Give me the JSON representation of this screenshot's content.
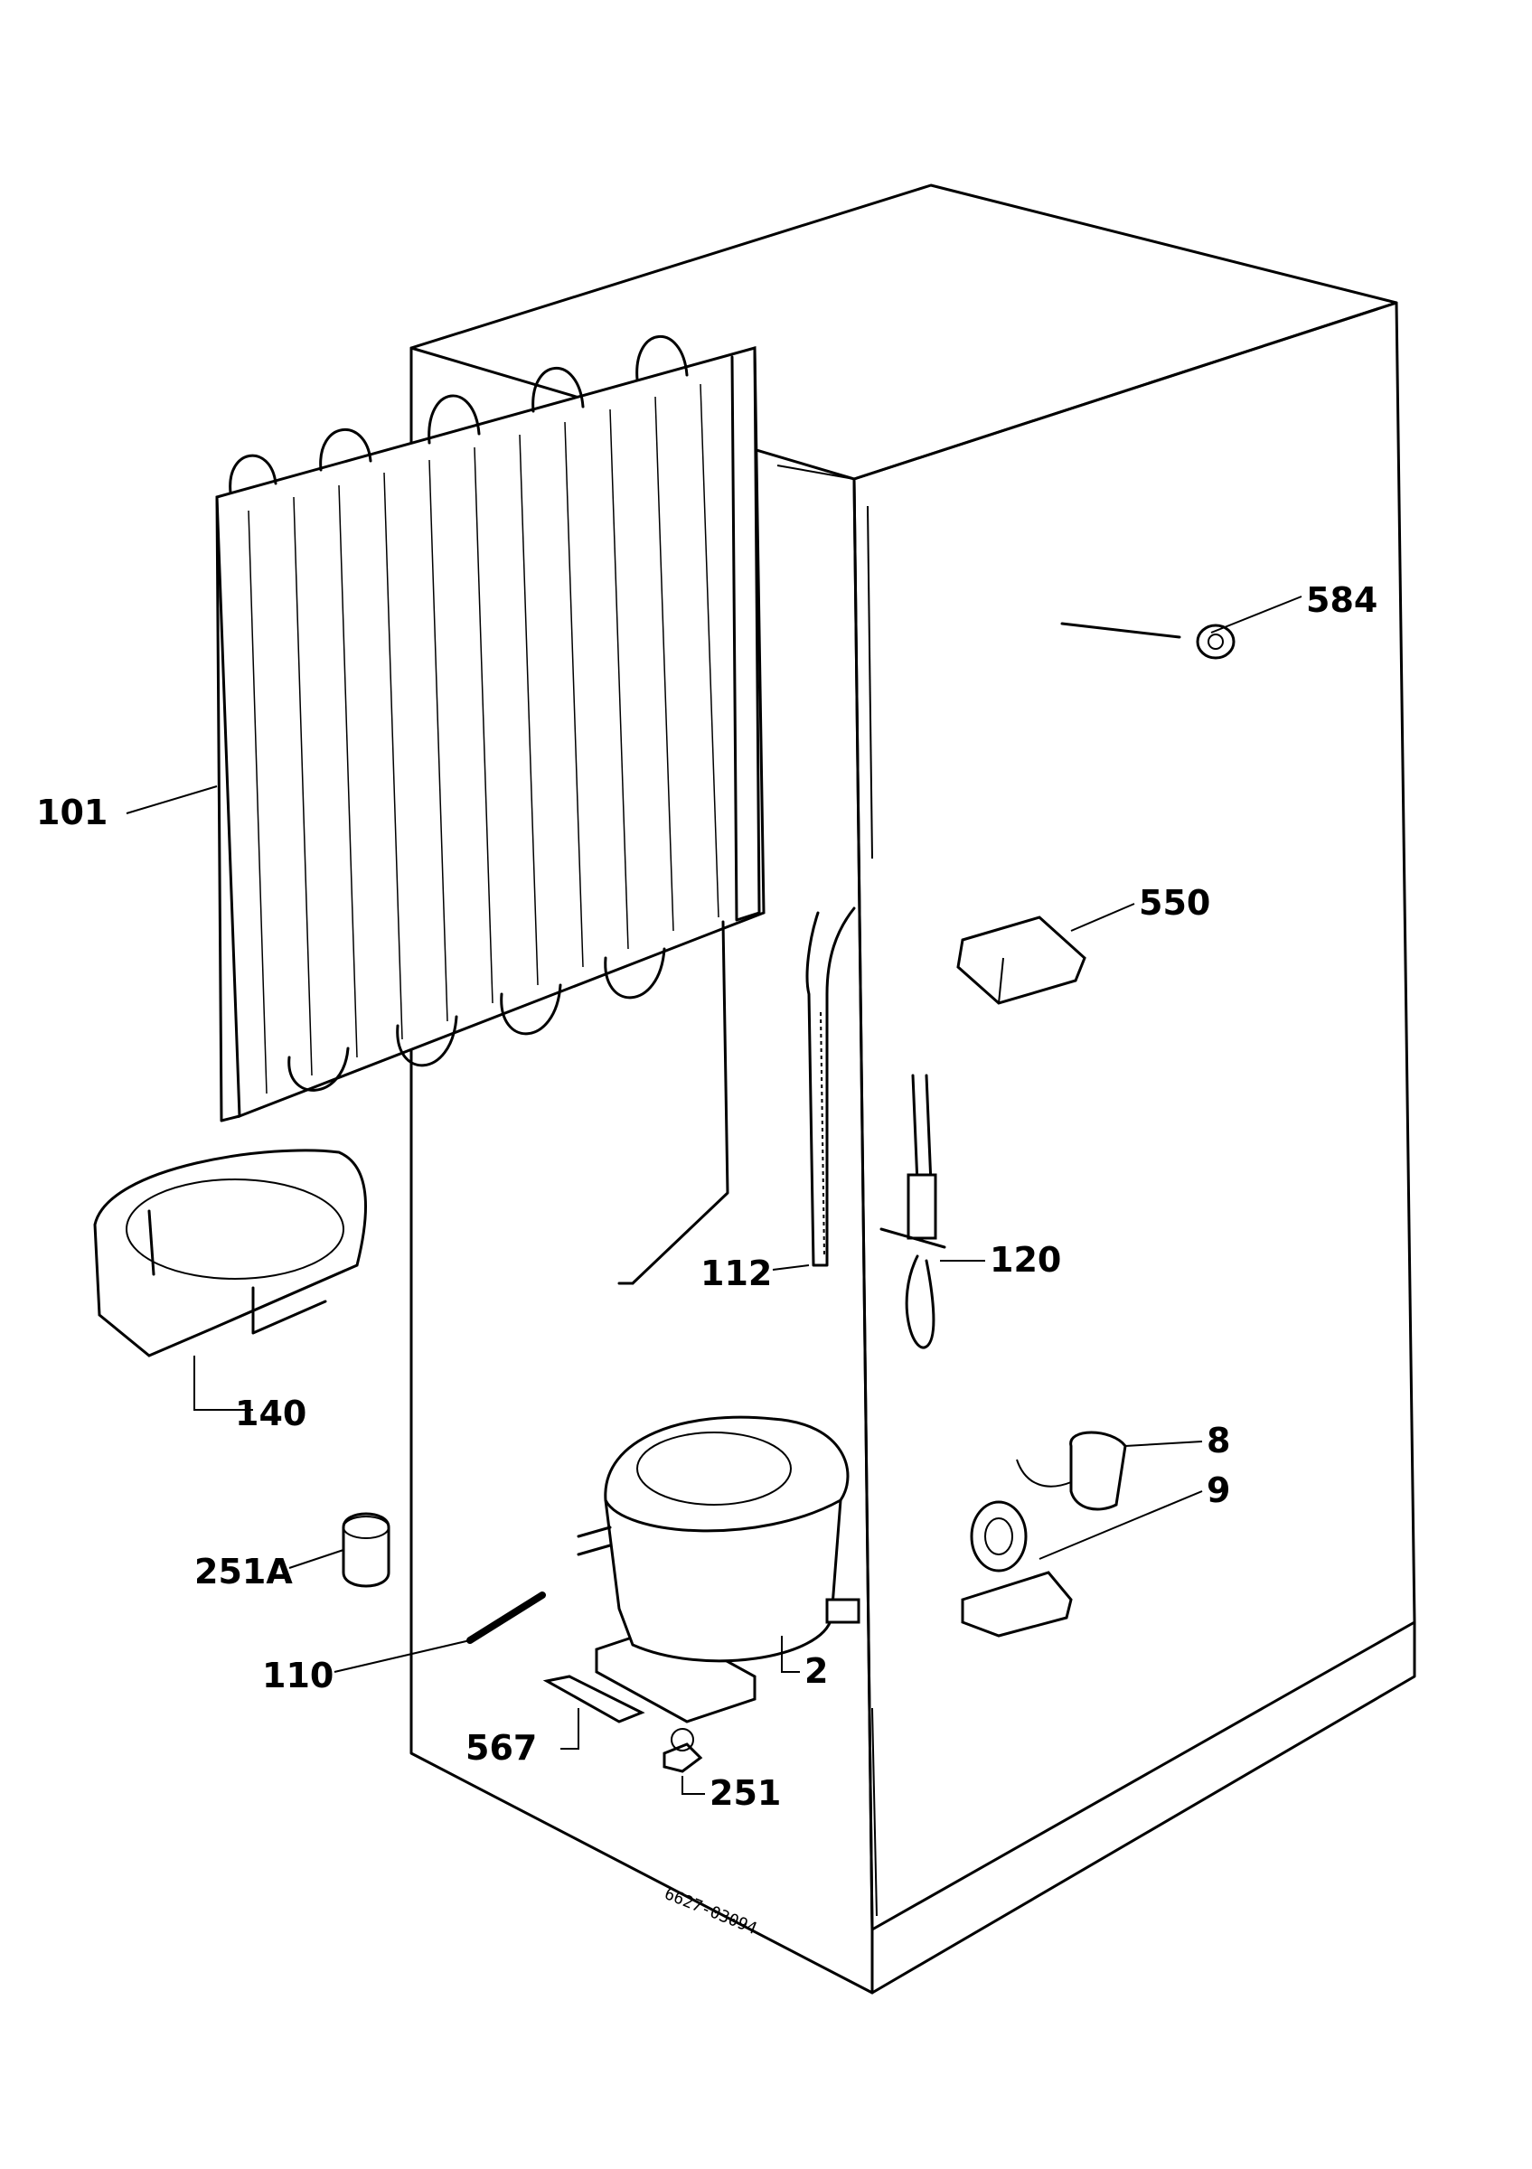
{
  "diagram": {
    "part_labels": {
      "p101": "101",
      "p584": "584",
      "p550": "550",
      "p112": "112",
      "p120": "120",
      "p140": "140",
      "p8": "8",
      "p9": "9",
      "p251A": "251A",
      "p110": "110",
      "p2": "2",
      "p567": "567",
      "p251": "251"
    },
    "drawing_code": "6627-03094"
  }
}
